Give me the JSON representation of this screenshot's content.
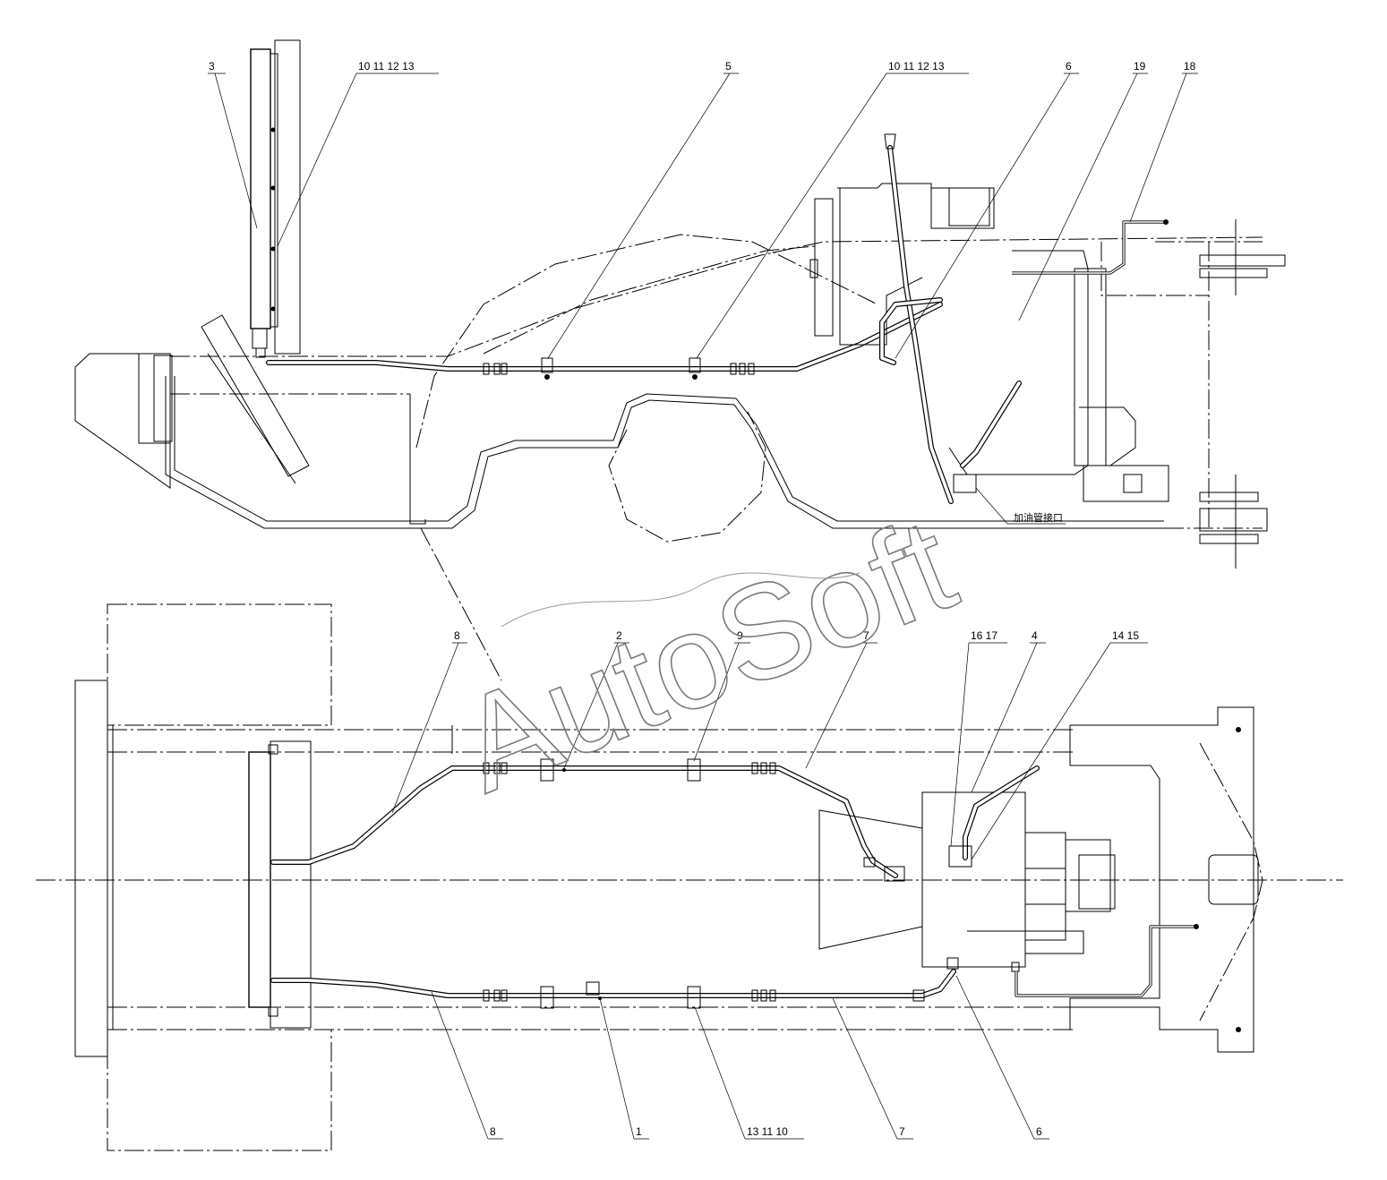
{
  "diagram": {
    "note_text": "加油管接口",
    "watermark": "AutoSoft",
    "callouts": [
      {
        "id": "c-top-3",
        "text": "3"
      },
      {
        "id": "c-top-10-13-a",
        "text": "10  11  12  13"
      },
      {
        "id": "c-top-5",
        "text": "5"
      },
      {
        "id": "c-top-10-13-b",
        "text": "10  11  12  13"
      },
      {
        "id": "c-top-6",
        "text": "6"
      },
      {
        "id": "c-top-19",
        "text": "19"
      },
      {
        "id": "c-top-18",
        "text": "18"
      },
      {
        "id": "c-mid-8",
        "text": "8"
      },
      {
        "id": "c-mid-2",
        "text": "2"
      },
      {
        "id": "c-mid-9",
        "text": "9"
      },
      {
        "id": "c-mid-7",
        "text": "7"
      },
      {
        "id": "c-mid-16-17",
        "text": "16  17"
      },
      {
        "id": "c-mid-4",
        "text": "4"
      },
      {
        "id": "c-mid-14-15",
        "text": "14  15"
      },
      {
        "id": "c-bot-8",
        "text": "8"
      },
      {
        "id": "c-bot-1",
        "text": "1"
      },
      {
        "id": "c-bot-13-11-10",
        "text": "13  11  10"
      },
      {
        "id": "c-bot-7",
        "text": "7"
      },
      {
        "id": "c-bot-6",
        "text": "6"
      }
    ]
  }
}
